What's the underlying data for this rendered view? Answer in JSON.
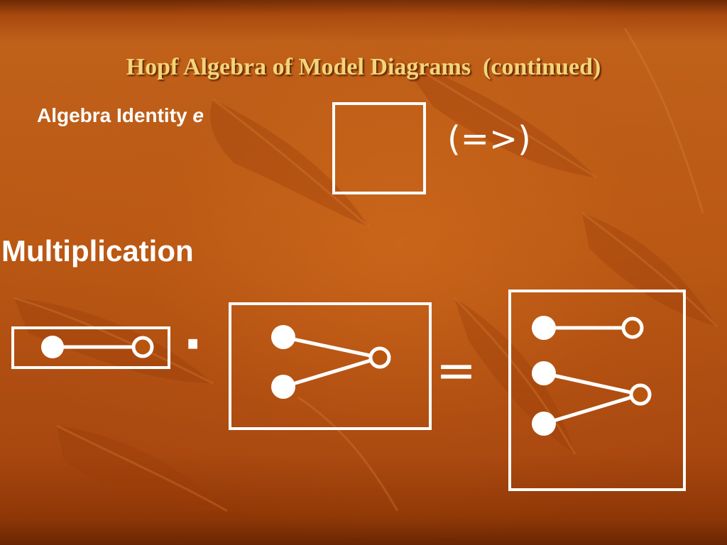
{
  "slide": {
    "title": "Hopf Algebra of Model Diagrams  (continued)",
    "identity_label": "Algebra Identity ",
    "identity_symbol": "e",
    "implies_text": "(=>)",
    "multiplication_label": "Multiplication",
    "dot_operator": "·",
    "equals_operator": "="
  },
  "colors": {
    "title": "#f2d57a",
    "text": "#ffffff",
    "background": "#b8560f",
    "hollow_node_fill": "#b8560f"
  },
  "diagram": {
    "identity": {
      "nodes": [],
      "edges": []
    },
    "factor_a": {
      "nodes": [
        {
          "id": "a1",
          "kind": "solid"
        },
        {
          "id": "a2",
          "kind": "hollow"
        }
      ],
      "edges": [
        [
          "a1",
          "a2"
        ]
      ]
    },
    "factor_b": {
      "nodes": [
        {
          "id": "b1",
          "kind": "solid"
        },
        {
          "id": "b2",
          "kind": "solid"
        },
        {
          "id": "b3",
          "kind": "hollow"
        }
      ],
      "edges": [
        [
          "b1",
          "b3"
        ],
        [
          "b2",
          "b3"
        ]
      ]
    },
    "product": {
      "nodes": [
        {
          "id": "p1",
          "kind": "solid"
        },
        {
          "id": "p2",
          "kind": "hollow"
        },
        {
          "id": "p3",
          "kind": "solid"
        },
        {
          "id": "p4",
          "kind": "solid"
        },
        {
          "id": "p5",
          "kind": "hollow"
        }
      ],
      "edges": [
        [
          "p1",
          "p2"
        ],
        [
          "p3",
          "p5"
        ],
        [
          "p4",
          "p5"
        ]
      ]
    }
  }
}
